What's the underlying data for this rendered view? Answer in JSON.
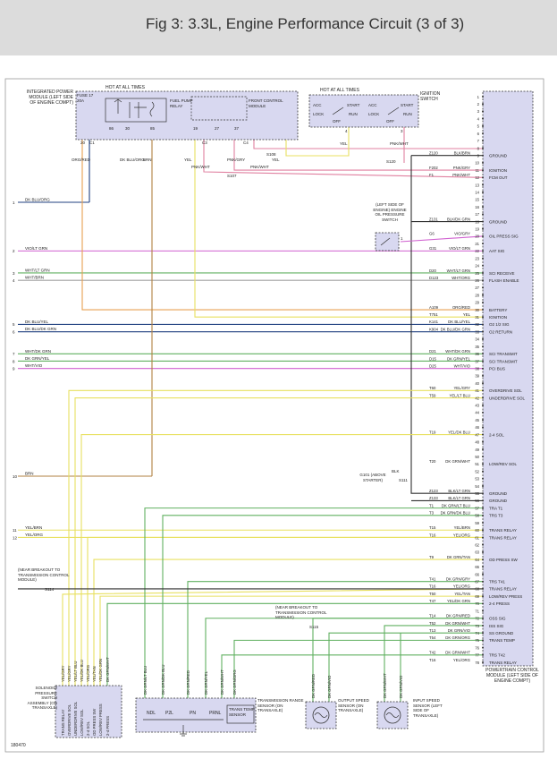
{
  "header": {
    "title": "Fig 3: 3.3L, Engine Performance Circuit (3 of 3)"
  },
  "colors": {
    "yellow": "#e8e060",
    "orange": "#e8a050",
    "violet": "#d060d0",
    "green": "#60b060",
    "brown": "#b08040",
    "blue": "#204080",
    "black": "#303030",
    "pink": "#e080a0",
    "module_fill": "#d8d8f0"
  },
  "ipm": {
    "label": "INTEGRATED POWER MODULE (LEFT SIDE OF ENGINE COMPT)",
    "hot": "HOT AT ALL TIMES",
    "fuse": "FUSE 17 20A",
    "relay": "FUEL PUMP RELAY",
    "fcm": "FRONT CONTROL MODULE",
    "pins": [
      "20",
      "C1",
      "86",
      "30",
      "85",
      "19",
      "C3",
      "27",
      "C4",
      "37"
    ]
  },
  "ign": {
    "hot": "HOT AT ALL TIMES",
    "label": "IGNITION SWITCH",
    "pos_left": [
      "ACC",
      "LOCK",
      "START",
      "RUN",
      "OFF"
    ],
    "pos_right": [
      "ACC",
      "LOCK",
      "START",
      "RUN",
      "OFF"
    ],
    "pins": [
      "4",
      "3"
    ]
  },
  "top_wires": {
    "ipm": [
      "ORG/RED",
      "DK BLU/ORG",
      "BRN",
      "YEL",
      "PNK/WHT",
      "PNK/GRY",
      "PNK/WHT",
      "YEL"
    ],
    "ign": [
      "YEL",
      "PNK/WHT"
    ],
    "splices": [
      "S107",
      "S120",
      "S108"
    ]
  },
  "oil_switch": {
    "label": "(LEFT SIDE OF ENGINE) ENGINE OIL PRESSURE SWITCH",
    "pins": [
      "1"
    ]
  },
  "pcm": {
    "label": "POWERTRAIN CONTROL MODULE (LEFT SIDE OF ENGINE COMPT)"
  },
  "ground_ref": {
    "label": "G101 (ABOVE STARTER)",
    "splice": "S111",
    "wire": "BLK"
  },
  "left_wires": [
    {
      "n": "1",
      "c": "DK BLU/ORG"
    },
    {
      "n": "2",
      "c": "VIO/LT GRN"
    },
    {
      "n": "3",
      "c": "WHT/LT GRN"
    },
    {
      "n": "4",
      "c": "WHT/BRN"
    },
    {
      "n": "5",
      "c": "DK BLU/YEL"
    },
    {
      "n": "6",
      "c": "DK BLU/DK GRN"
    },
    {
      "n": "7",
      "c": "WHT/DK GRN"
    },
    {
      "n": "8",
      "c": "DK GRN/YEL"
    },
    {
      "n": "9",
      "c": "WHT/VIO"
    },
    {
      "n": "10",
      "c": "BRN"
    },
    {
      "n": "11",
      "c": "YEL/BRN"
    },
    {
      "n": "12",
      "c": "YEL/ORG"
    }
  ],
  "pcm_rows": [
    {
      "pin": "1",
      "cid": "",
      "wire": "",
      "func": ""
    },
    {
      "pin": "2",
      "cid": "",
      "wire": "",
      "func": ""
    },
    {
      "pin": "3",
      "cid": "",
      "wire": "",
      "func": ""
    },
    {
      "pin": "4",
      "cid": "",
      "wire": "",
      "func": ""
    },
    {
      "pin": "5",
      "cid": "",
      "wire": "",
      "func": ""
    },
    {
      "pin": "6",
      "cid": "",
      "wire": "",
      "func": ""
    },
    {
      "pin": "7",
      "cid": "",
      "wire": "",
      "func": ""
    },
    {
      "pin": "8",
      "cid": "",
      "wire": "",
      "func": ""
    },
    {
      "pin": "9",
      "cid": "Z120",
      "wire": "BLK/BRN",
      "func": "GROUND"
    },
    {
      "pin": "10",
      "cid": "",
      "wire": "",
      "func": ""
    },
    {
      "pin": "11",
      "cid": "F202",
      "wire": "PNK/GRY",
      "func": "IGNITION"
    },
    {
      "pin": "12",
      "cid": "F1",
      "wire": "PNK/WHT",
      "func": "FCM OUT"
    },
    {
      "pin": "13",
      "cid": "",
      "wire": "",
      "func": ""
    },
    {
      "pin": "14",
      "cid": "",
      "wire": "",
      "func": ""
    },
    {
      "pin": "15",
      "cid": "",
      "wire": "",
      "func": ""
    },
    {
      "pin": "16",
      "cid": "",
      "wire": "",
      "func": ""
    },
    {
      "pin": "17",
      "cid": "",
      "wire": "",
      "func": ""
    },
    {
      "pin": "18",
      "cid": "Z131",
      "wire": "BLK/DK GRN",
      "func": "GROUND"
    },
    {
      "pin": "19",
      "cid": "",
      "wire": "",
      "func": ""
    },
    {
      "pin": "20",
      "cid": "G6",
      "wire": "VIO/GRY",
      "func": "OIL PRESS SIG"
    },
    {
      "pin": "21",
      "cid": "",
      "wire": "",
      "func": ""
    },
    {
      "pin": "22",
      "cid": "G31",
      "wire": "VIO/LT GRN",
      "func": "AAT SIG"
    },
    {
      "pin": "23",
      "cid": "",
      "wire": "",
      "func": ""
    },
    {
      "pin": "24",
      "cid": "",
      "wire": "",
      "func": ""
    },
    {
      "pin": "25",
      "cid": "D20",
      "wire": "WHT/LT GRN",
      "func": "SCI RECEIVE"
    },
    {
      "pin": "26",
      "cid": "D123",
      "wire": "WHT/ORG",
      "func": "FLASH ENABLE"
    },
    {
      "pin": "27",
      "cid": "",
      "wire": "",
      "func": ""
    },
    {
      "pin": "28",
      "cid": "",
      "wire": "",
      "func": ""
    },
    {
      "pin": "29",
      "cid": "",
      "wire": "",
      "func": ""
    },
    {
      "pin": "30",
      "cid": "A109",
      "wire": "ORG/RED",
      "func": "BATTERY"
    },
    {
      "pin": "31",
      "cid": "T751",
      "wire": "YEL",
      "func": "IGNITION"
    },
    {
      "pin": "32",
      "cid": "K141",
      "wire": "DK BLU/YEL",
      "func": "O2 1/2 SIG"
    },
    {
      "pin": "33",
      "cid": "K904",
      "wire": "DK BLU/DK GRN",
      "func": "O2 RETURN"
    },
    {
      "pin": "34",
      "cid": "",
      "wire": "",
      "func": ""
    },
    {
      "pin": "35",
      "cid": "",
      "wire": "",
      "func": ""
    },
    {
      "pin": "36",
      "cid": "D21",
      "wire": "WHT/DK GRN",
      "func": "SCI TRANSMIT"
    },
    {
      "pin": "37",
      "cid": "D15",
      "wire": "DK GRN/YEL",
      "func": "SCI TRANSMIT"
    },
    {
      "pin": "38",
      "cid": "D25",
      "wire": "WHT/VIO",
      "func": "PCI BUS"
    },
    {
      "pin": "39",
      "cid": "",
      "wire": "",
      "func": ""
    },
    {
      "pin": "40",
      "cid": "",
      "wire": "",
      "func": ""
    },
    {
      "pin": "41",
      "cid": "T60",
      "wire": "YEL/GRY",
      "func": "OVERDRIVE SOL"
    },
    {
      "pin": "42",
      "cid": "T59",
      "wire": "YEL/LT BLU",
      "func": "UNDERDRIVE SOL"
    },
    {
      "pin": "43",
      "cid": "",
      "wire": "",
      "func": ""
    },
    {
      "pin": "44",
      "cid": "",
      "wire": "",
      "func": ""
    },
    {
      "pin": "45",
      "cid": "",
      "wire": "",
      "func": ""
    },
    {
      "pin": "46",
      "cid": "",
      "wire": "",
      "func": ""
    },
    {
      "pin": "47",
      "cid": "T19",
      "wire": "YEL/DK BLU",
      "func": "2-4 SOL"
    },
    {
      "pin": "48",
      "cid": "",
      "wire": "",
      "func": ""
    },
    {
      "pin": "49",
      "cid": "",
      "wire": "",
      "func": ""
    },
    {
      "pin": "50",
      "cid": "",
      "wire": "",
      "func": ""
    },
    {
      "pin": "51",
      "cid": "T20",
      "wire": "DK GRN/WHT",
      "func": "LOW/REV SOL"
    },
    {
      "pin": "52",
      "cid": "",
      "wire": "",
      "func": ""
    },
    {
      "pin": "53",
      "cid": "",
      "wire": "",
      "func": ""
    },
    {
      "pin": "54",
      "cid": "",
      "wire": "",
      "func": ""
    },
    {
      "pin": "55",
      "cid": "Z123",
      "wire": "BLK/LT GRN",
      "func": "GROUND"
    },
    {
      "pin": "56",
      "cid": "Z133",
      "wire": "BLK/LT GRN",
      "func": "GROUND"
    },
    {
      "pin": "57",
      "cid": "T1",
      "wire": "DK GRN/LT BLU",
      "func": "TRA T1"
    },
    {
      "pin": "58",
      "cid": "T3",
      "wire": "DK GRN/DK BLU",
      "func": "TRS T3"
    },
    {
      "pin": "59",
      "cid": "",
      "wire": "",
      "func": ""
    },
    {
      "pin": "60",
      "cid": "T15",
      "wire": "YEL/BRN",
      "func": "TRANS RELAY"
    },
    {
      "pin": "61",
      "cid": "T16",
      "wire": "YEL/ORG",
      "func": "TRANS RELAY"
    },
    {
      "pin": "62",
      "cid": "",
      "wire": "",
      "func": ""
    },
    {
      "pin": "63",
      "cid": "",
      "wire": "",
      "func": ""
    },
    {
      "pin": "64",
      "cid": "T9",
      "wire": "DK GRN/TAN",
      "func": "OD PRESS SW"
    },
    {
      "pin": "65",
      "cid": "",
      "wire": "",
      "func": ""
    },
    {
      "pin": "66",
      "cid": "",
      "wire": "",
      "func": ""
    },
    {
      "pin": "67",
      "cid": "T41",
      "wire": "DK GRN/GRY",
      "func": "TRS T41"
    },
    {
      "pin": "68",
      "cid": "T16",
      "wire": "YEL/ORG",
      "func": "TRANS RELAY"
    },
    {
      "pin": "69",
      "cid": "T50",
      "wire": "YEL/TAN",
      "func": "LOW/REV PRESS"
    },
    {
      "pin": "70",
      "cid": "T47",
      "wire": "YEL/DK GRN",
      "func": "2-4 PRESS"
    },
    {
      "pin": "71",
      "cid": "",
      "wire": "",
      "func": ""
    },
    {
      "pin": "72",
      "cid": "T14",
      "wire": "DK GRN/RED",
      "func": "OSS SIG"
    },
    {
      "pin": "73",
      "cid": "T52",
      "wire": "DK GRN/WHT",
      "func": "ISS SIG"
    },
    {
      "pin": "74",
      "cid": "T13",
      "wire": "DK GRN/VIO",
      "func": "SS GROUND"
    },
    {
      "pin": "75",
      "cid": "T54",
      "wire": "DK GRN/ORG",
      "func": "TRANS TEMP"
    },
    {
      "pin": "76",
      "cid": "",
      "wire": "",
      "func": ""
    },
    {
      "pin": "77",
      "cid": "T42",
      "wire": "DK GRN/WHT",
      "func": "TRS T42"
    },
    {
      "pin": "78",
      "cid": "T16",
      "wire": "YEL/ORG",
      "func": "TRANS RELAY"
    }
  ],
  "notes": {
    "breakout1": "(NEAR BREAKOUT TO TRANSMISSION CONTROL MODULE)",
    "s114": "S114",
    "breakout2": "(NEAR BREAKOUT TO TRANSMISSION CONTROL MODULE)",
    "s115": "S115"
  },
  "bottom": {
    "solenoid": {
      "label": "SOLENOID/ PRESSURE SWITCH ASSEMBLY (ON TRANSAXLE)",
      "wires": [
        "YEL/GRY",
        "YEL/GRY",
        "YEL/LT BLU",
        "YEL/DK BLU",
        "YEL/ORG",
        "YEL/TAN",
        "YEL/DK GRN",
        "DK GRN/WHT"
      ],
      "pins": [
        "TRANS RELAY",
        "OVERDRIVE SOL",
        "UNDERDRIVE SOL",
        "LOW/REV SOL",
        "2-4 SOL",
        "OD PRESS SW",
        "LOW/REV PRESS",
        "2-4 PRESS"
      ]
    },
    "trs": {
      "label": "TRANSMISSION RANGE SENSOR (ON TRANSAXLE)",
      "wires": [
        "DK GRN/LT BLU",
        "DK GRN/DK BLU",
        "DK GRN/RED",
        "DK GRN/YEL",
        "DK GRN/WHT",
        "DK GRN/ORG"
      ],
      "pins": [
        "NDL",
        "P2L",
        "PN",
        "PRNL"
      ],
      "temp": "TRANS TEMP SENSOR"
    },
    "oss": {
      "label": "OUTPUT SPEED SENSOR (ON TRANSAXLE)",
      "wires": [
        "DK GRN/RED",
        "DK GRN/VIO"
      ]
    },
    "iss": {
      "label": "INPUT SPEED SENSOR (LEFT SIDE OF TRANSAXLE)",
      "wires": [
        "DK GRN/WHT",
        "DK GRN/VIO"
      ]
    }
  },
  "figure_id": "180470"
}
